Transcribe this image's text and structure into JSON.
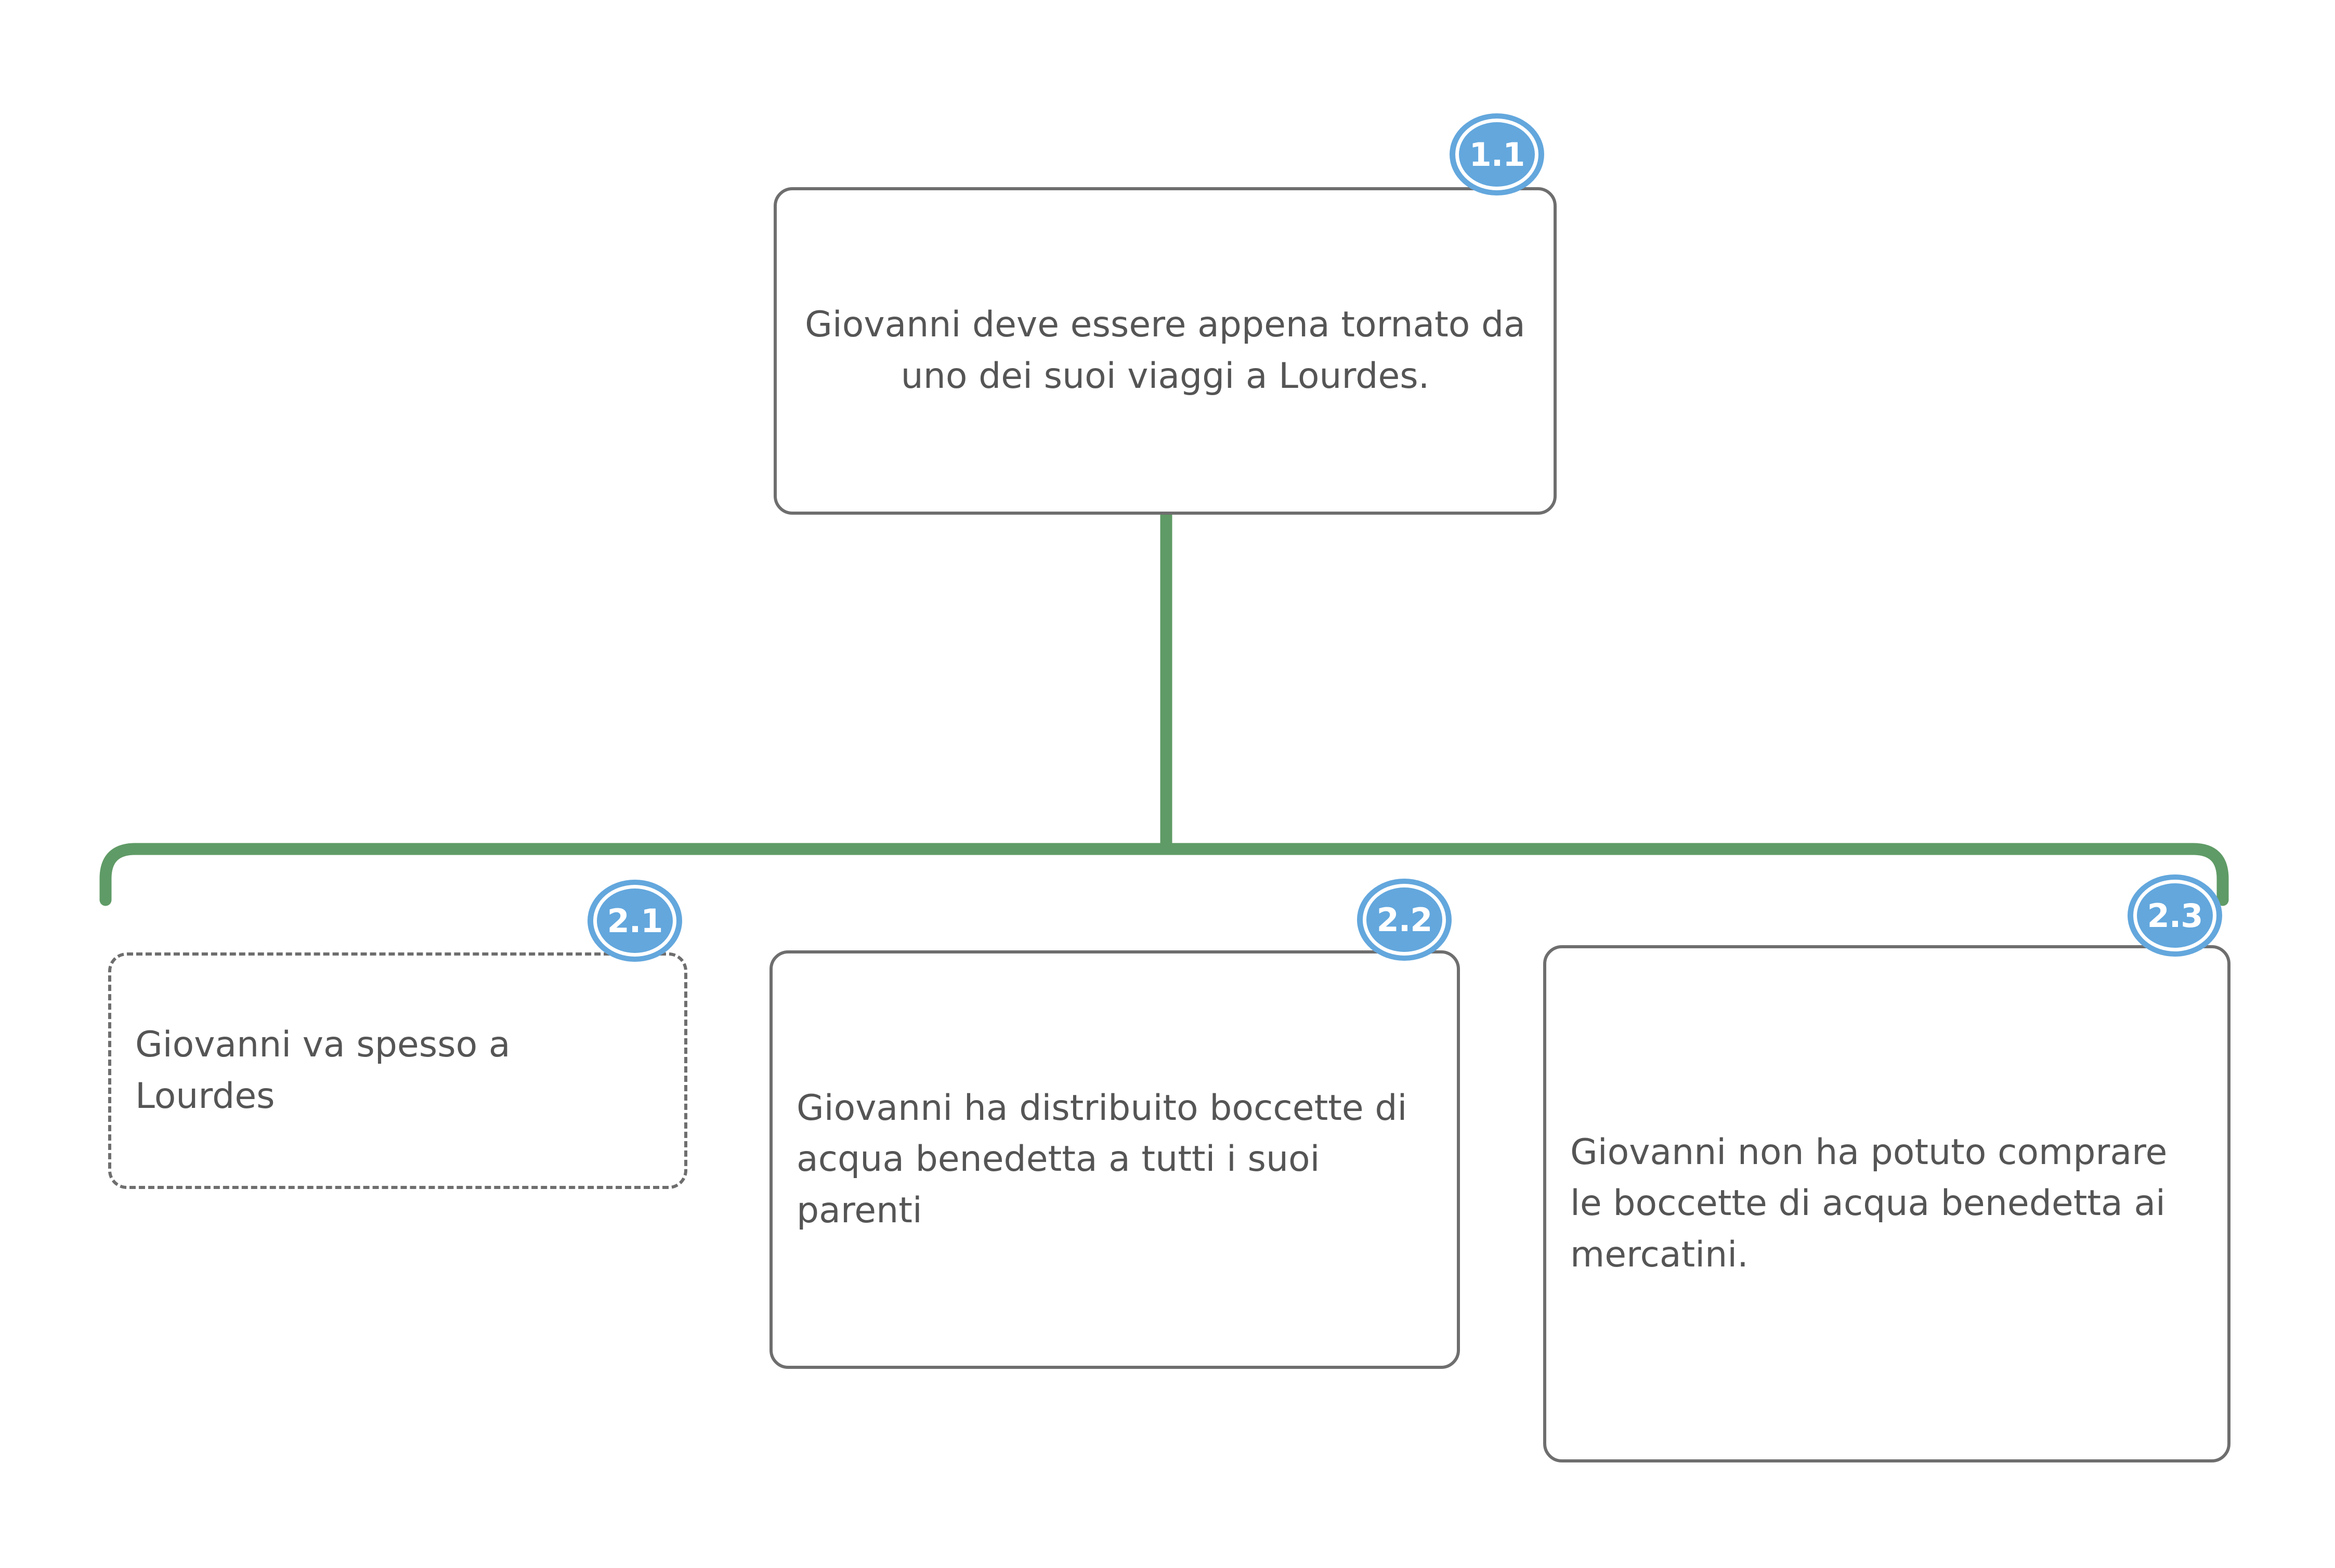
{
  "diagram": {
    "type": "argument-map",
    "language": "it",
    "background_color": "#ffffff",
    "connector_color": "#5f9b66",
    "node_border_color": "#6e6e6e",
    "node_text_color": "#555555",
    "badge_color": "#63a7dd",
    "badge_text_color": "#ffffff",
    "nodes": [
      {
        "id": "1.1",
        "badge": "1.1",
        "text": "Giovanni deve essere appena tornato da uno dei suoi viaggi a Lourdes.",
        "border_style": "solid",
        "text_align": "center",
        "level": 1
      },
      {
        "id": "2.1",
        "badge": "2.1",
        "text": "Giovanni va spesso a Lourdes",
        "border_style": "dashed",
        "text_align": "left",
        "level": 2
      },
      {
        "id": "2.2",
        "badge": "2.2",
        "text": "Giovanni ha distribuito boccette di acqua benedetta a tutti i suoi parenti",
        "border_style": "solid",
        "text_align": "left",
        "level": 2
      },
      {
        "id": "2.3",
        "badge": "2.3",
        "text": "Giovanni non ha potuto comprare le boccette di acqua benedetta ai mercatini.",
        "border_style": "solid",
        "text_align": "left",
        "level": 2
      }
    ],
    "edges": [
      {
        "from": "1.1",
        "to": "2.1"
      },
      {
        "from": "1.1",
        "to": "2.2"
      },
      {
        "from": "1.1",
        "to": "2.3"
      }
    ]
  }
}
